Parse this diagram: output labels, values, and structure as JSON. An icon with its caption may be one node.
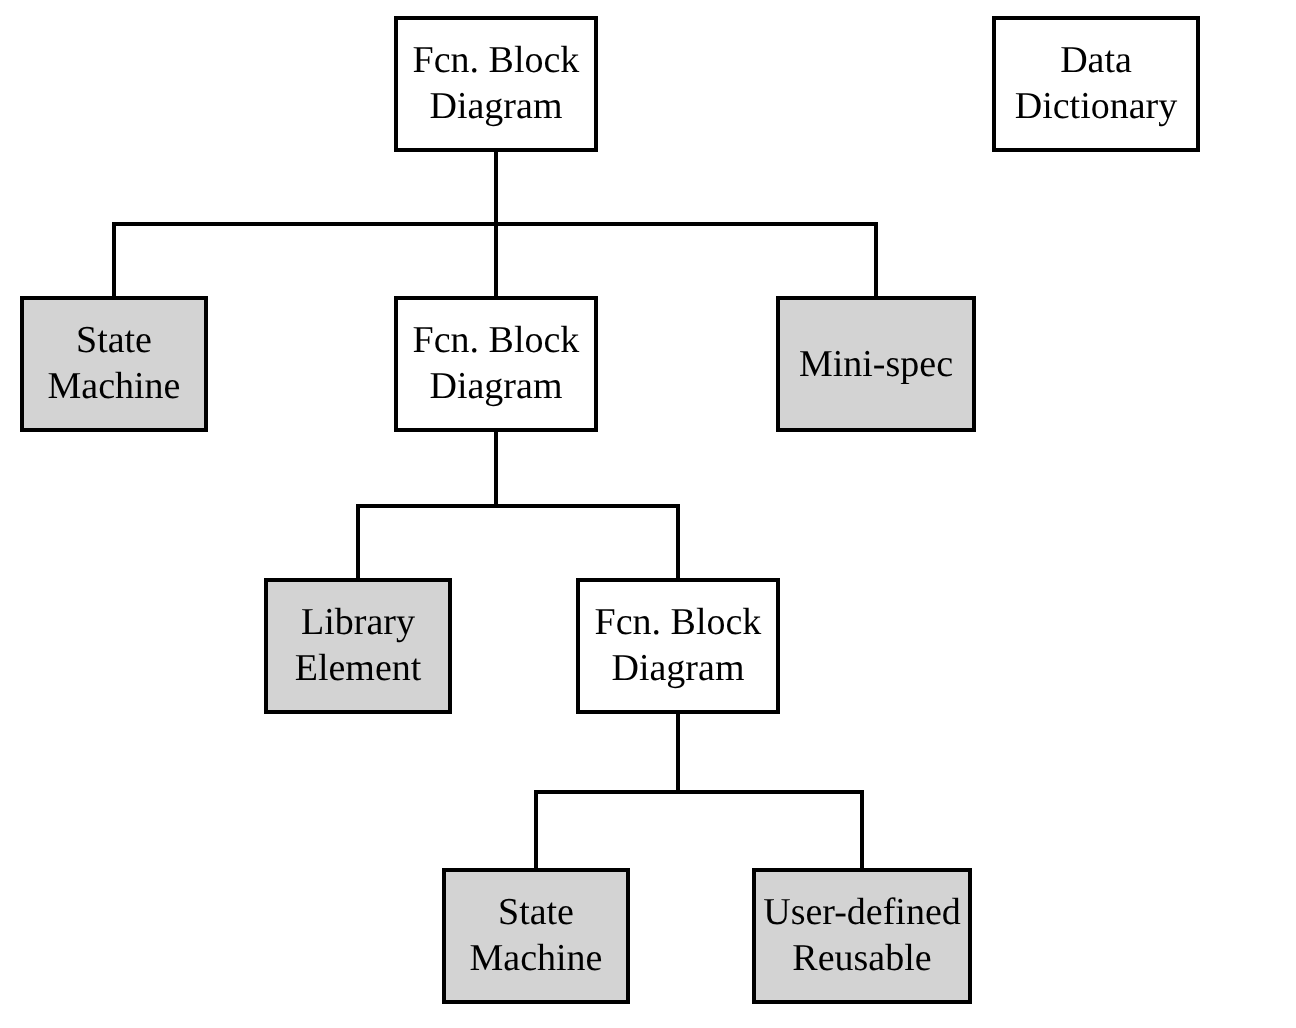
{
  "diagram": {
    "nodes": [
      {
        "text": [
          "Fcn. Block Diagram"
        ]
      },
      {
        "text": [
          "Data Dictionary"
        ]
      },
      {
        "text": [
          "State Machine"
        ]
      },
      {
        "text": [
          "Fcn. Block Diagram"
        ]
      },
      {
        "text": [
          "Mini-spec"
        ]
      },
      {
        "text": [
          "Library Element"
        ]
      },
      {
        "text": [
          "Fcn. Block Diagram"
        ]
      },
      {
        "text": [
          "State Machine"
        ]
      },
      {
        "text": [
          "User-defined Reusable"
        ]
      }
    ],
    "edges": [
      {
        "from": 0,
        "to": 2,
        "arrow": "none"
      },
      {
        "from": 0,
        "to": 3,
        "arrow": "none"
      },
      {
        "from": 0,
        "to": 4,
        "arrow": "none"
      },
      {
        "from": 3,
        "to": 5,
        "arrow": "none"
      },
      {
        "from": 3,
        "to": 6,
        "arrow": "none"
      },
      {
        "from": 6,
        "to": 7,
        "arrow": "none"
      },
      {
        "from": 6,
        "to": 8,
        "arrow": "none"
      }
    ]
  }
}
